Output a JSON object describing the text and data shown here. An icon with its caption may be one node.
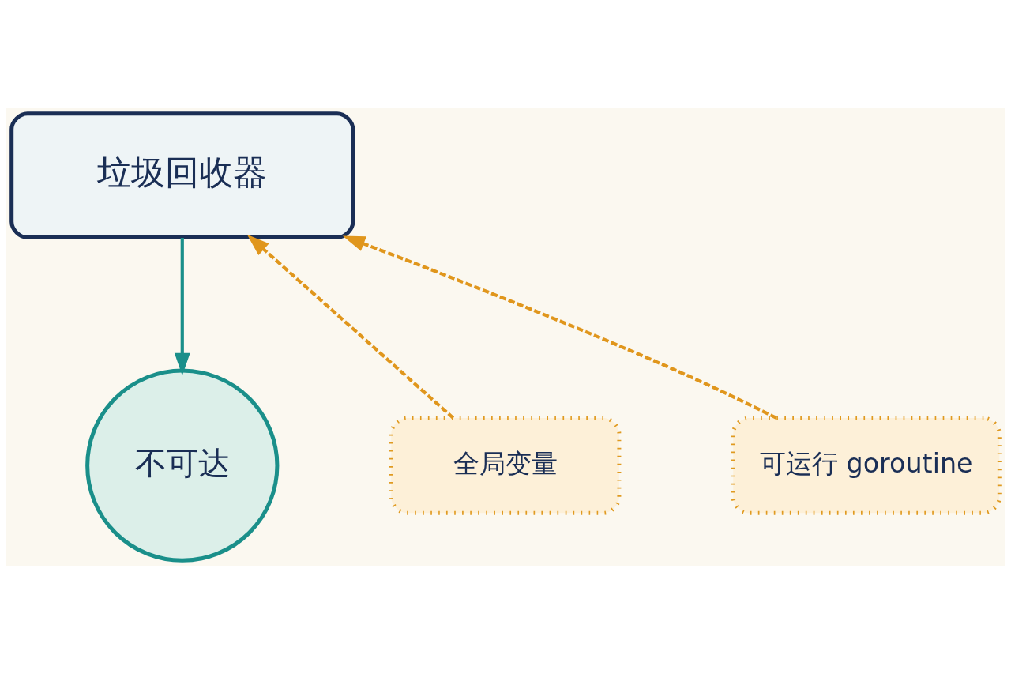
{
  "diagram": {
    "nodes": [
      {
        "text": [
          "垃圾回收器"
        ]
      },
      {
        "text": [
          "全局变量"
        ]
      },
      {
        "text": [
          "可运行 goroutine"
        ]
      },
      {
        "text": [
          "不可达"
        ]
      }
    ],
    "edges": [
      {
        "from": 1,
        "to": 0,
        "arrow": "to",
        "style": "dashed"
      },
      {
        "from": 2,
        "to": 0,
        "arrow": "to",
        "style": "dashed"
      },
      {
        "from": 0,
        "to": 3,
        "arrow": "to",
        "color": "#1a8f8a"
      }
    ]
  }
}
